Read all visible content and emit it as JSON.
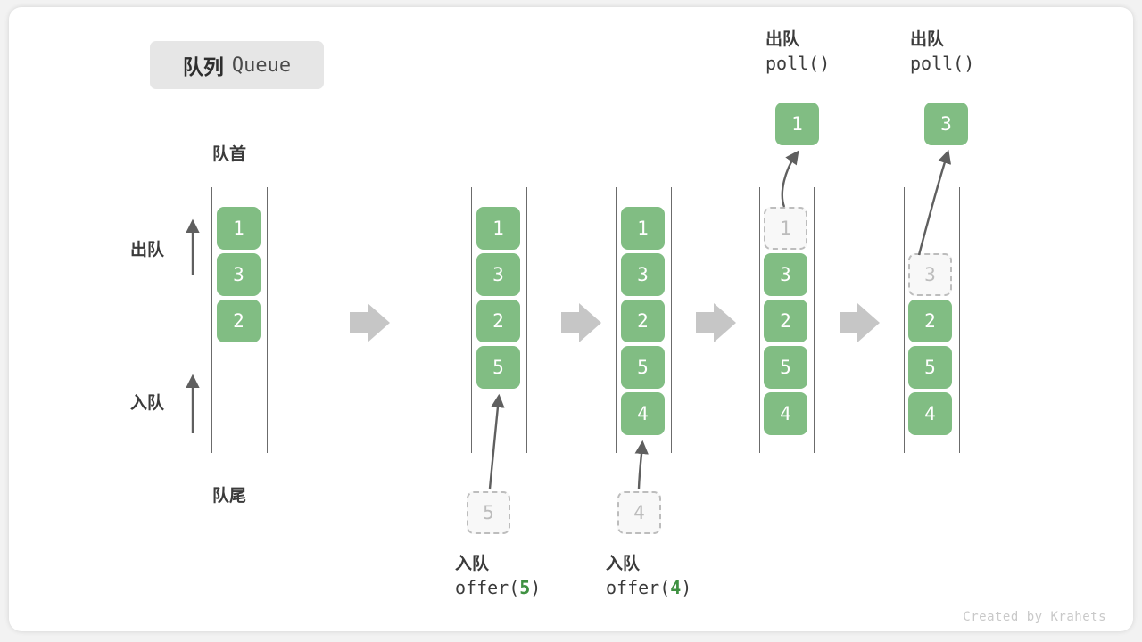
{
  "title": {
    "cn": "队列",
    "en": "Queue"
  },
  "labels": {
    "front": "队首",
    "rear": "队尾",
    "dequeue": "出队",
    "enqueue": "入队"
  },
  "footer": "Created by Krahets",
  "colors": {
    "cell_fill": "#81bd83",
    "cell_text": "#ffffff",
    "ghost_fill": "#f8f8f8",
    "ghost_border": "#bdbdbd",
    "ghost_text": "#bcbcbc",
    "rail": "#6b6b6b",
    "arrow_gray": "#c6c6c6",
    "motion_arrow": "#5f5f5f",
    "text": "#3b3b3b",
    "accent_green": "#3f9142"
  },
  "steps": [
    {
      "id": "initial",
      "items": [
        "1",
        "3",
        "2"
      ],
      "ghost_index": -1,
      "capacity": 6,
      "operation": null
    },
    {
      "id": "after-offer-5",
      "items": [
        "1",
        "3",
        "2",
        "5"
      ],
      "ghost_index": -1,
      "capacity": 6,
      "operation": {
        "cn": "入队",
        "fn": "offer",
        "arg": "5",
        "position": "bottom",
        "incoming": "5"
      }
    },
    {
      "id": "after-offer-4",
      "items": [
        "1",
        "3",
        "2",
        "5",
        "4"
      ],
      "ghost_index": -1,
      "capacity": 6,
      "operation": {
        "cn": "入队",
        "fn": "offer",
        "arg": "4",
        "position": "bottom",
        "incoming": "4"
      }
    },
    {
      "id": "after-poll-1",
      "items": [
        "1",
        "3",
        "2",
        "5",
        "4"
      ],
      "ghost_index": 0,
      "capacity": 6,
      "operation": {
        "cn": "出队",
        "fn": "poll",
        "arg": "",
        "position": "top",
        "outgoing": "1"
      }
    },
    {
      "id": "after-poll-3",
      "items": [
        "3",
        "2",
        "5",
        "4"
      ],
      "ghost_index": 0,
      "capacity": 6,
      "operation": {
        "cn": "出队",
        "fn": "poll",
        "arg": "",
        "position": "top",
        "outgoing": "3"
      }
    }
  ],
  "popped": [
    {
      "value": "1",
      "op_cn": "出队",
      "op_code": "poll()"
    },
    {
      "value": "3",
      "op_cn": "出队",
      "op_code": "poll()"
    }
  ],
  "pushed": [
    {
      "value": "5",
      "op_cn": "入队",
      "op_fn": "offer(",
      "op_arg": "5",
      "op_close": ")"
    },
    {
      "value": "4",
      "op_cn": "入队",
      "op_fn": "offer(",
      "op_arg": "4",
      "op_close": ")"
    }
  ]
}
